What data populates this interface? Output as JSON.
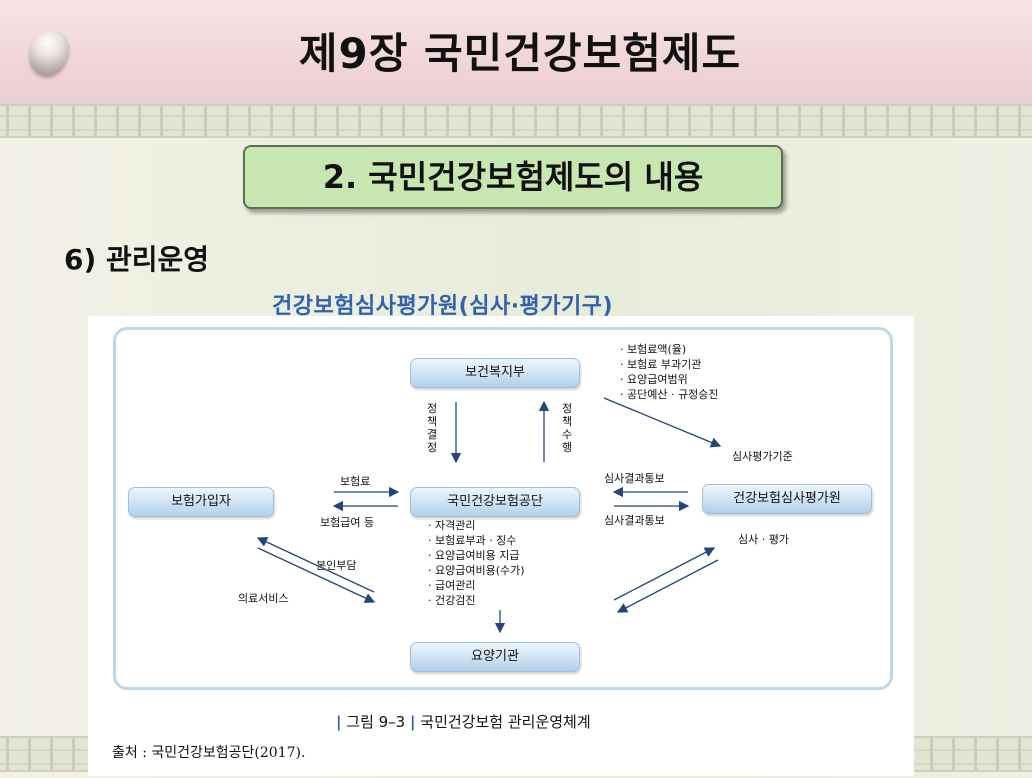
{
  "slide": {
    "title": "제9장 국민건강보험제도",
    "section": "2. 국민건강보험제도의 내용",
    "subtitle": "6) 관리운영",
    "org_title": "건강보험심사평가원(심사·평가기구)"
  },
  "diagram": {
    "nodes": {
      "ministry": "보건복지부",
      "insured": "보험가입자",
      "nhis": "국민건강보험공단",
      "hira": "건강보험심사평가원",
      "provider": "요양기관"
    },
    "ministry_list": [
      "보험료액(율)",
      "보험료 부과기관",
      "요양급여범위",
      "공단예산 · 규정승진"
    ],
    "nhis_functions": [
      "자격관리",
      "보험료부과 · 징수",
      "요양급여비용 지급",
      "요양급여비용(수가)",
      "급여관리",
      "건강검진"
    ],
    "labels": {
      "policy_decision": "정책결정",
      "policy_execution": "정책수행",
      "premium": "보험료",
      "benefits": "보험급여 등",
      "copay": "본인부담",
      "medical_service": "의료서비스",
      "review_standard": "심사평가기준",
      "review_result_1": "심사결과통보",
      "review_result_2": "심사결과통보",
      "review_evaluation": "심사 · 평가"
    },
    "caption_bar": "|",
    "caption_figure": "그림 9–3",
    "caption_bar2": "|",
    "caption_text": "국민건강보험 관리운영체계",
    "source": "출처 : 국민건강보험공단(2017)."
  }
}
